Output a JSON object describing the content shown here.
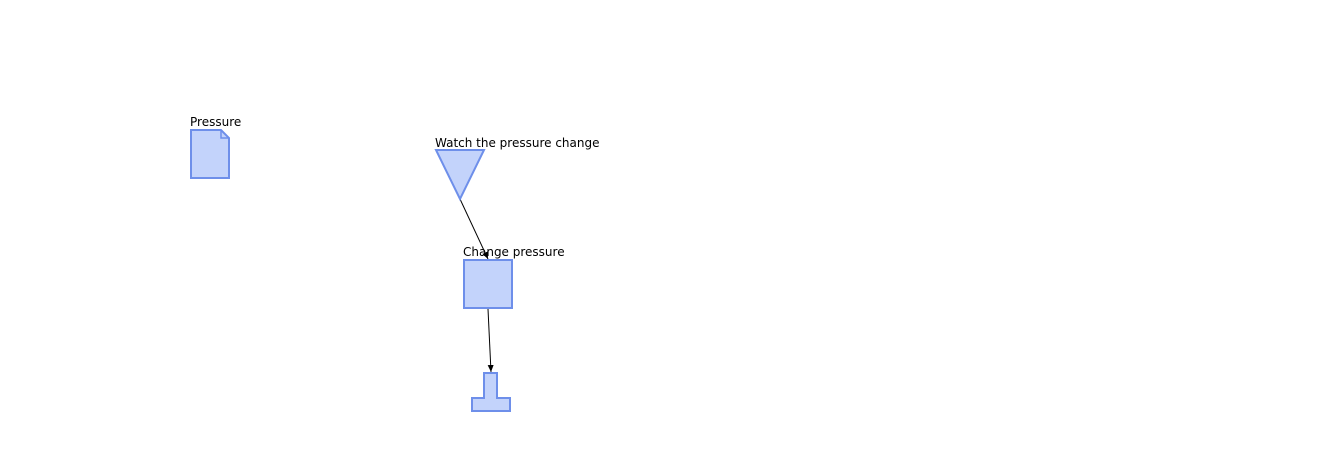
{
  "diagram": {
    "nodes": {
      "pressure_document": {
        "label": "Pressure",
        "shape": "document-icon"
      },
      "watch_trigger": {
        "label": "Watch the pressure change",
        "shape": "inverted-triangle-icon"
      },
      "change_action": {
        "label": "Change pressure",
        "shape": "square-icon"
      },
      "end_node": {
        "shape": "t-shape-icon"
      }
    },
    "edges": [
      {
        "from": "watch_trigger",
        "to": "change_action"
      },
      {
        "from": "change_action",
        "to": "end_node"
      }
    ],
    "colors": {
      "fill": "#C3D3FB",
      "stroke": "#6E8FEA",
      "edge": "#000000"
    }
  }
}
